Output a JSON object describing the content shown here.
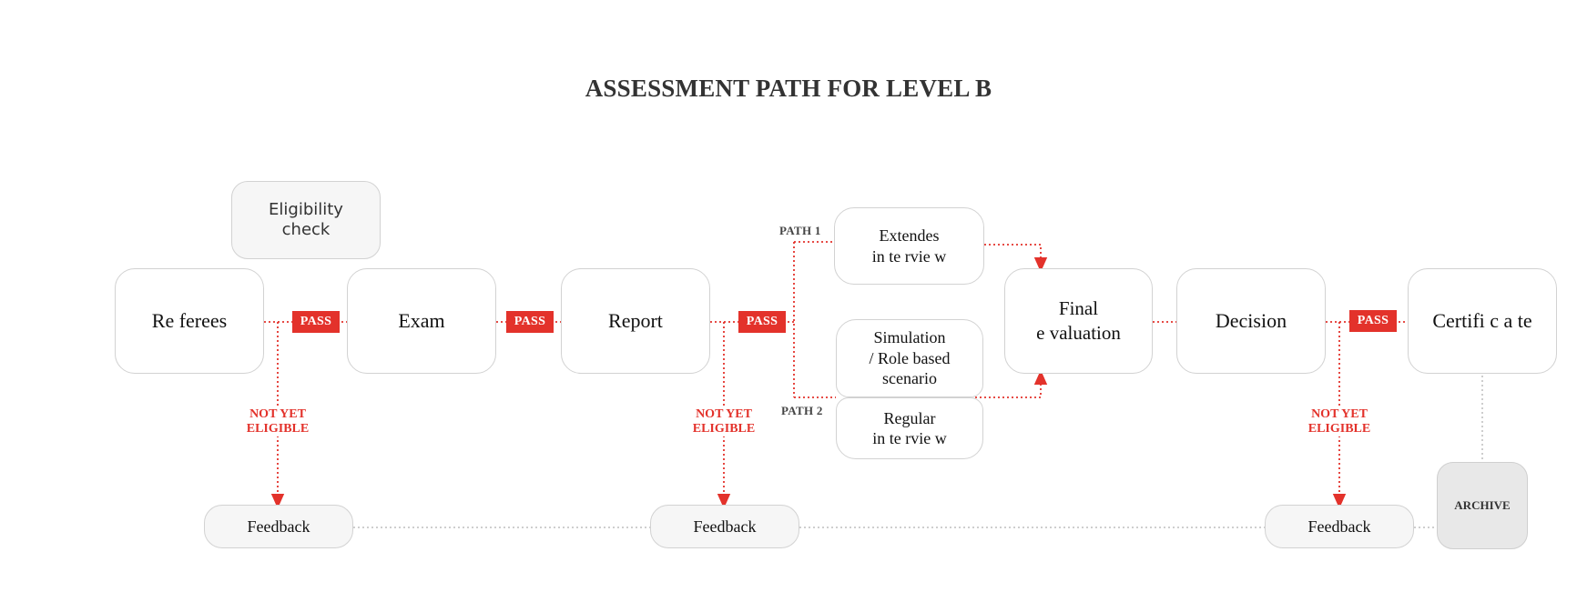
{
  "title": "ASSESSMENT PATH FOR LEVEL B",
  "nodes": {
    "eligibility": [
      "Eligibility",
      "check"
    ],
    "referees": "Re ferees",
    "exam": "Exam",
    "report": "Report",
    "extended": [
      "Extendes",
      "in te rvie w"
    ],
    "simulation": [
      "Simulation",
      "/ Role based",
      "scenario"
    ],
    "regular": [
      "Regular",
      "in te rvie w"
    ],
    "final": [
      "Final",
      "e valuation"
    ],
    "decision": "Decision",
    "certificate": "Certifi c a te",
    "feedback": "Feedback",
    "archive": "ARCHIVE"
  },
  "labels": {
    "pass": "PASS",
    "not_yet": "NOT YET",
    "eligible": "ELIGIBLE",
    "path1": "PATH 1",
    "path2": "PATH 2"
  },
  "colors": {
    "accent": "#e3322b",
    "border": "#d2d2d2",
    "connector": "#c8c8c8"
  }
}
